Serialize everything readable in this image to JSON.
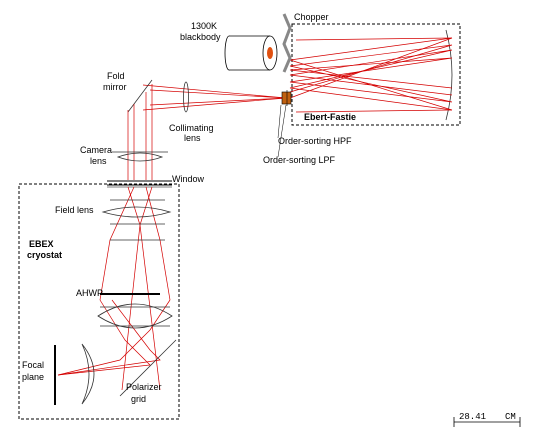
{
  "labels": {
    "blackbody": [
      "1300K",
      "blackbody"
    ],
    "chopper": "Chopper",
    "fold_mirror": [
      "Fold",
      "mirror"
    ],
    "collimating_lens": [
      "Collimating",
      "lens"
    ],
    "ebert_fastie": "Ebert-Fastie",
    "hpf": "Order-sorting HPF",
    "lpf": "Order-sorting LPF",
    "camera_lens": [
      "Camera",
      "lens"
    ],
    "window": "Window",
    "field_lens": "Field lens",
    "cryostat": [
      "EBEX",
      "cryostat"
    ],
    "ahwp": "AHWP",
    "focal_plane": [
      "Focal",
      "plane"
    ],
    "polarizer_grid": [
      "Polarizer",
      "grid"
    ],
    "scale": "28.41",
    "scale_unit": "CM"
  },
  "colors": {
    "ray": "#d40000",
    "source": "#e05010",
    "filter": "#c06010"
  }
}
